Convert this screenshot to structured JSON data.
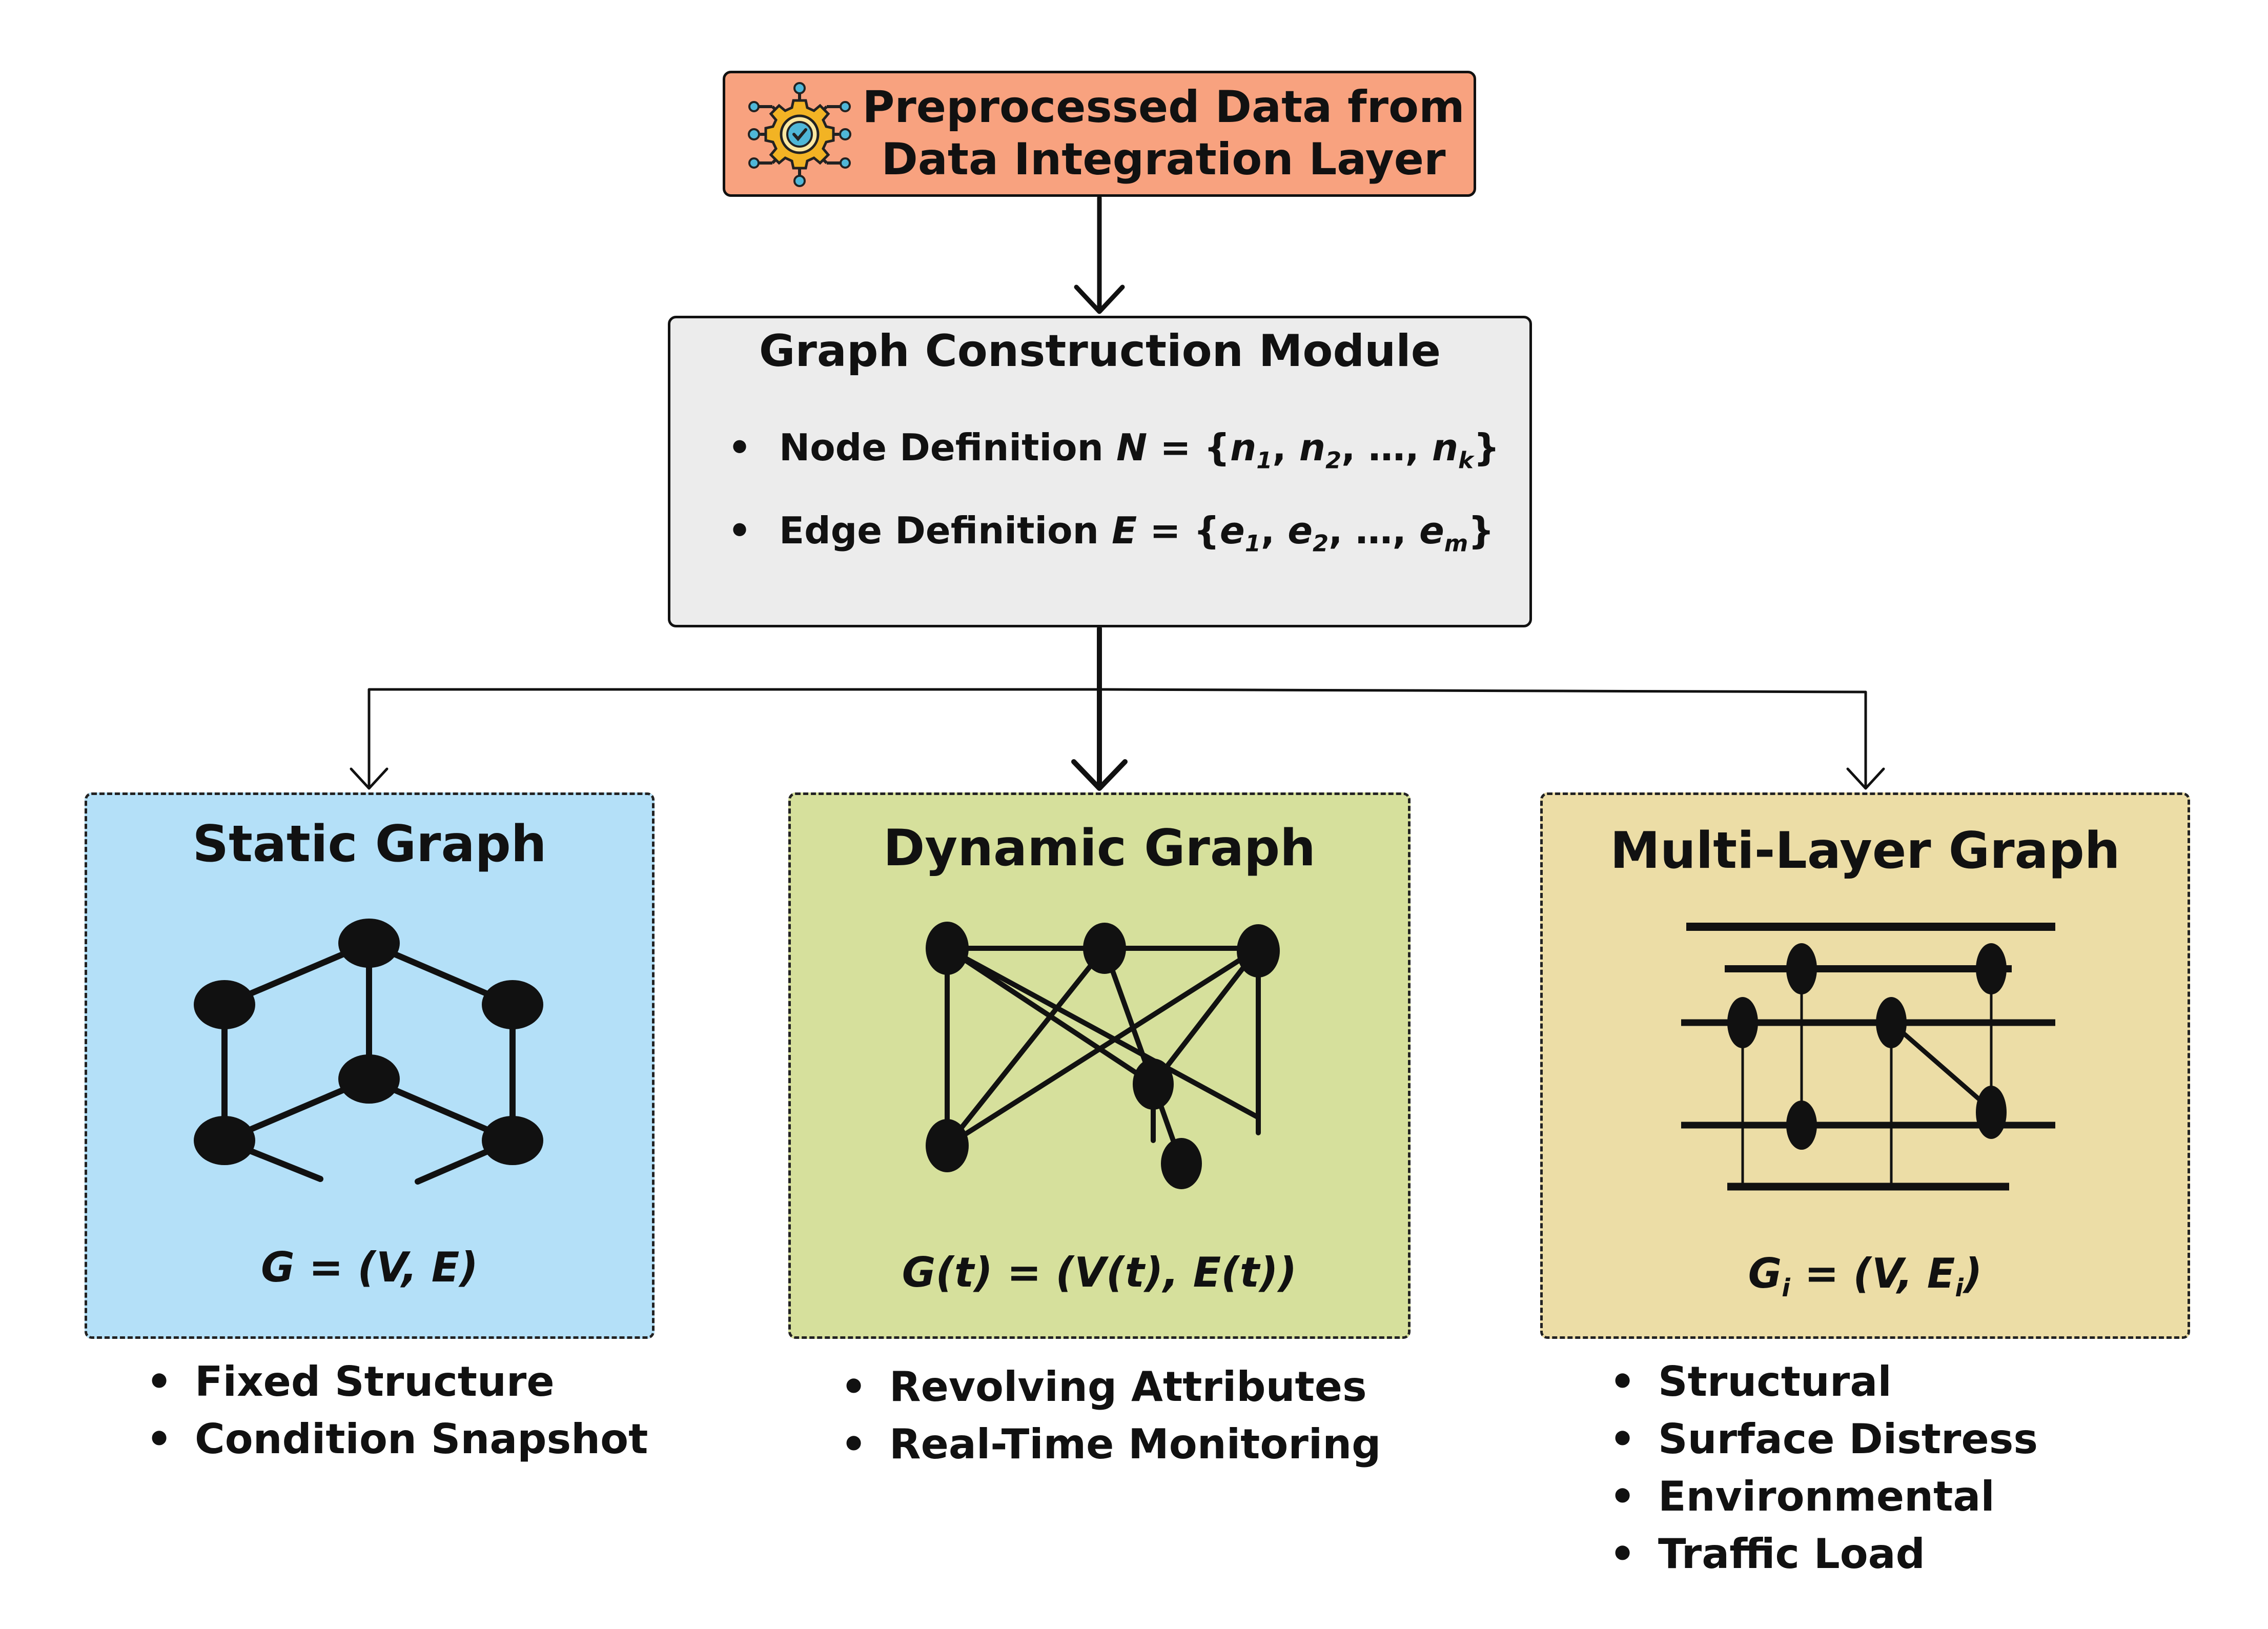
{
  "top": {
    "title_line1": "Preprocessed Data from",
    "title_line2": "Data Integration Layer"
  },
  "module": {
    "title": "Graph Construction Module",
    "node_label": "Node Definition",
    "node_var": "N",
    "node_set_1": " = {",
    "node_n": "n",
    "node_sub1": "1",
    "node_sub2": "2",
    "node_subk": "k",
    "edge_label": "Edge Definition",
    "edge_var": "E",
    "edge_e": "e",
    "edge_sub1": "1",
    "edge_sub2": "2",
    "edge_subm": "m"
  },
  "panels": {
    "static": {
      "title": "Static Graph",
      "formula": "G = (V, E)",
      "bullets": [
        "Fixed Structure",
        "Condition Snapshot"
      ]
    },
    "dynamic": {
      "title": "Dynamic Graph",
      "formula": "G(t) = (V(t), E(t))",
      "bullets": [
        "Revolving Attributes",
        "Real-Time Monitoring"
      ]
    },
    "multi": {
      "title": "Multi-Layer Graph",
      "formula_g": "G",
      "formula_i": "i",
      "formula_mid": " = (V, E",
      "formula_end": ")",
      "bullets": [
        "Structural",
        "Surface Distress",
        "Environmental",
        "Traffic Load"
      ]
    }
  },
  "colors": {
    "top_box": "#f8a27f",
    "module_box": "#ececec",
    "static_panel": "#b4e0f8",
    "dynamic_panel": "#d6e09c",
    "multi_panel": "#ecdda6",
    "gear_accent": "#f2b324"
  }
}
